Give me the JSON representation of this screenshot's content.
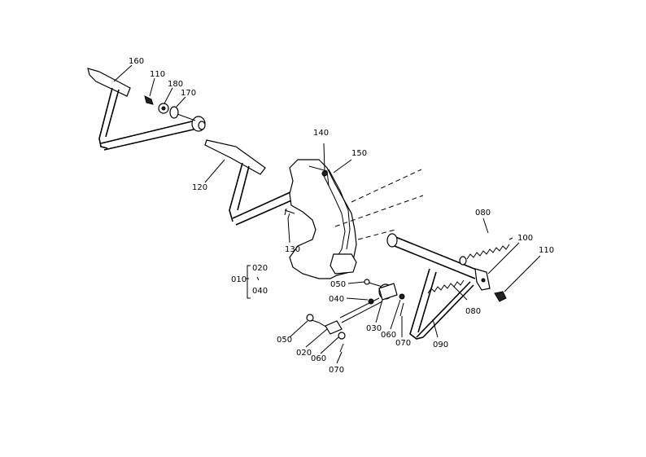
{
  "labels": {
    "p160": "160",
    "p110a": "110",
    "p180": "180",
    "p170": "170",
    "p120": "120",
    "p140": "140",
    "p150": "150",
    "p130": "130",
    "p080a": "080",
    "p100": "100",
    "p110b": "110",
    "p010": "010",
    "p020a": "020",
    "p040a": "040",
    "p050a": "050",
    "p040b": "040",
    "p030": "030",
    "p060a": "060",
    "p070a": "070",
    "p080b": "080",
    "p090": "090",
    "p050b": "050",
    "p020b": "020",
    "p060b": "060",
    "p070b": "070"
  }
}
